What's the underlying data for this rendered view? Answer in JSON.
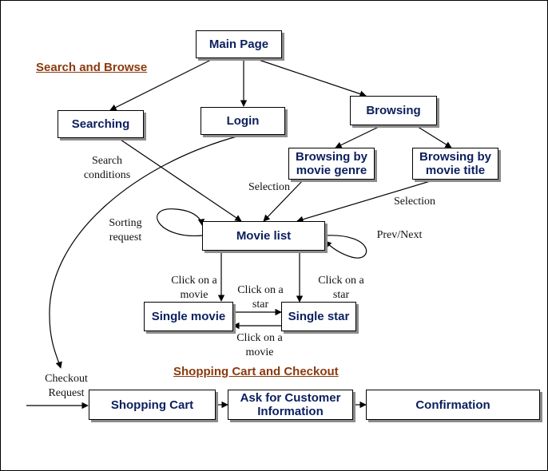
{
  "sections": {
    "search_browse": "Search and Browse",
    "cart_checkout": "Shopping Cart and Checkout"
  },
  "nodes": {
    "main_page": "Main Page",
    "searching": "Searching",
    "login": "Login",
    "browsing": "Browsing",
    "browse_genre": "Browsing by\nmovie genre",
    "browse_title": "Browsing by\nmovie title",
    "movie_list": "Movie list",
    "single_movie": "Single movie",
    "single_star": "Single star",
    "shopping_cart": "Shopping Cart",
    "ask_customer": "Ask for Customer\nInformation",
    "confirmation": "Confirmation"
  },
  "labels": {
    "search_conditions": "Search\nconditions",
    "selection_genre": "Selection",
    "selection_title": "Selection",
    "sorting_request": "Sorting\nrequest",
    "prev_next": "Prev/Next",
    "click_movie_left": "Click on a\nmovie",
    "click_star_mid": "Click on a\nstar",
    "click_star_right": "Click on a\nstar",
    "click_movie_bottom": "Click on a\nmovie",
    "checkout_request": "Checkout\nRequest"
  },
  "colors": {
    "node_text": "#0b1f5e",
    "section_title": "#8b3a0e",
    "line": "#000000",
    "shadow": "#8c8c8c"
  }
}
